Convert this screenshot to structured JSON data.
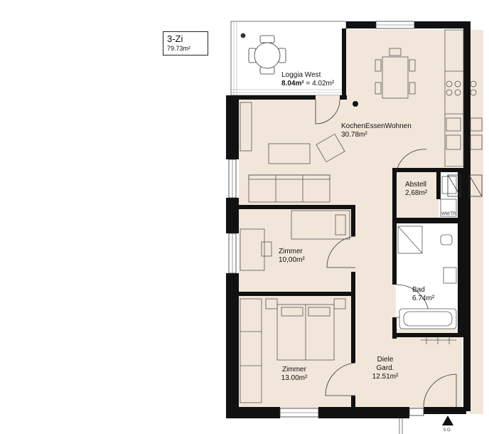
{
  "unit": {
    "type": "3-Zi",
    "area": "79.73m²"
  },
  "rooms": {
    "loggia": {
      "name": "Loggia West",
      "area_bold": "8.04m²",
      "area_rest": " = 4.02m²"
    },
    "kitchen_living": {
      "name": "KochenEssenWohnen",
      "area": "30.78m²"
    },
    "storage": {
      "name": "Abstell",
      "area": "2,68m²"
    },
    "room_small": {
      "name": "Zimmer",
      "area": "10,00m²"
    },
    "bath": {
      "name": "Bad",
      "area": "6.74m²"
    },
    "room_large": {
      "name": "Zimmer",
      "area": "13.00m²"
    },
    "hall": {
      "name": "Diele",
      "sub": "Gard.",
      "area": "12.51m²"
    }
  },
  "fixtures": {
    "washer_label": "WM/TR"
  },
  "north_label": "5 O",
  "colors": {
    "floor": "#f2e6da",
    "wall": "#111111",
    "line": "#555555",
    "loggia": "#ffffff"
  }
}
